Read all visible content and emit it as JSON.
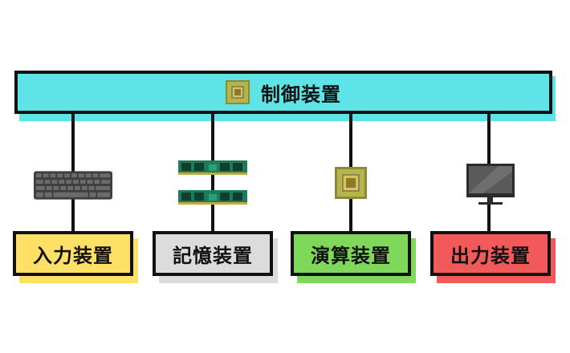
{
  "control": {
    "label": "制御装置",
    "color": "#5ee3e6",
    "icon": "cpu-chip-icon"
  },
  "devices": [
    {
      "label": "入力装置",
      "color": "#ffe066",
      "icon": "keyboard-icon"
    },
    {
      "label": "記憶装置",
      "color": "#dcdcdc",
      "icon": "memory-module-icon"
    },
    {
      "label": "演算装置",
      "color": "#7fd85a",
      "icon": "processor-icon"
    },
    {
      "label": "出力装置",
      "color": "#f25a5a",
      "icon": "monitor-icon"
    }
  ]
}
